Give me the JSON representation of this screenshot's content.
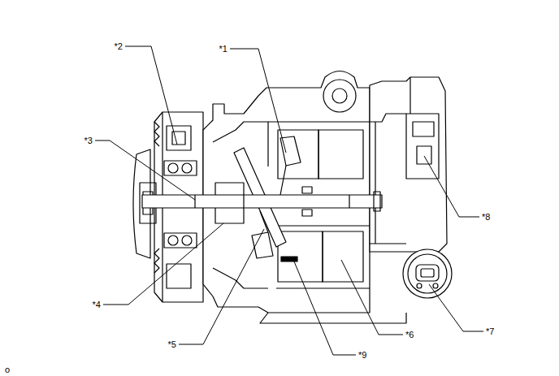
{
  "diagram": {
    "labels": [
      "*2",
      "*1",
      "*3",
      "*8",
      "*4",
      "*5",
      "*9",
      "*6",
      "*7",
      "o"
    ]
  }
}
